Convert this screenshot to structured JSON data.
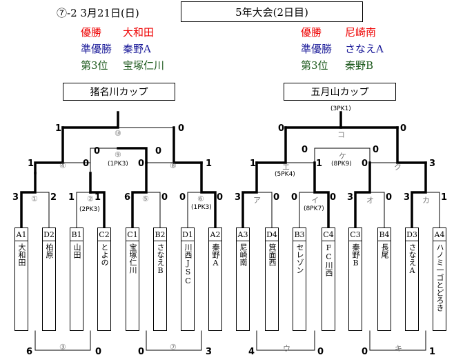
{
  "header": {
    "date": "⑦-2 3月21日(日)",
    "title": "5年大会(2日目)"
  },
  "left": {
    "win_label": "優勝",
    "win": "大和田",
    "runner_label": "準優勝",
    "runner": "秦野A",
    "third_label": "第3位",
    "third": "宝塚仁川",
    "cup": "猪名川カップ",
    "teams": [
      {
        "code": "A1",
        "name": "大和田"
      },
      {
        "code": "D2",
        "name": "柏原"
      },
      {
        "code": "B1",
        "name": "山田"
      },
      {
        "code": "C2",
        "name": "とよの"
      },
      {
        "code": "C1",
        "name": "宝塚仁川"
      },
      {
        "code": "B2",
        "name": "さなえB"
      },
      {
        "code": "D1",
        "name": "川西JSC"
      },
      {
        "code": "A2",
        "name": "秦野A"
      }
    ],
    "matches": {
      "m1": "①",
      "m2": "②",
      "m5": "⑤",
      "m6": "⑥",
      "m4": "④",
      "m8": "⑧",
      "m9": "⑨",
      "m10": "⑩",
      "m3": "③",
      "m7": "⑦"
    },
    "pk": {
      "m2": "(2PK3)",
      "m6": "(1PK3)",
      "m9": "(1PK3)"
    },
    "scores": {
      "m1a": "3",
      "m1b": "2",
      "m2a": "1",
      "m2b": "1",
      "m5a": "6",
      "m5b": "0",
      "m6a": "0",
      "m6b": "0",
      "m4a": "1",
      "m4b": "0",
      "m8a": "0",
      "m8b": "1",
      "m9a": "0",
      "m9b": "0",
      "m10a": "1",
      "m10b": "0",
      "m3a": "6",
      "m3b": "0",
      "m7a": "0",
      "m7b": "3"
    }
  },
  "right": {
    "win_label": "優勝",
    "win": "尼崎南",
    "runner_label": "準優勝",
    "runner": "さなえA",
    "third_label": "第3位",
    "third": "秦野B",
    "cup": "五月山カップ",
    "teams": [
      {
        "code": "A3",
        "name": "尼崎南"
      },
      {
        "code": "D4",
        "name": "箕面西"
      },
      {
        "code": "B3",
        "name": "セレゾン"
      },
      {
        "code": "C4",
        "name": "FC川西"
      },
      {
        "code": "C3",
        "name": "秦野B"
      },
      {
        "code": "B4",
        "name": "長尾"
      },
      {
        "code": "D3",
        "name": "さなえA"
      },
      {
        "code": "A4",
        "name": "ハノミ一ゴとどろき"
      }
    ],
    "matches": {
      "ma": "ア",
      "mi": "イ",
      "mo": "オ",
      "mka": "カ",
      "me": "エ",
      "mku": "ク",
      "mke": "ケ",
      "mko": "コ",
      "mu": "ウ",
      "mki": "キ"
    },
    "pk": {
      "mi": "(8PK7)",
      "me": "(5PK4)",
      "mke": "(8PK9)",
      "mko": "(3PK1)"
    },
    "scores": {
      "maa": "3",
      "mab": "0",
      "mia": "0",
      "mib": "0",
      "moa": "3",
      "mob": "0",
      "mkaa": "3",
      "mkab": "1",
      "mea": "1",
      "meb": "1",
      "mkua": "0",
      "mkub": "3",
      "mkea": "0",
      "mkeb": "0",
      "mkoa": "0",
      "mkob": "0",
      "mua": "4",
      "mub": "0",
      "mkia": "0",
      "mkib": "1"
    }
  }
}
